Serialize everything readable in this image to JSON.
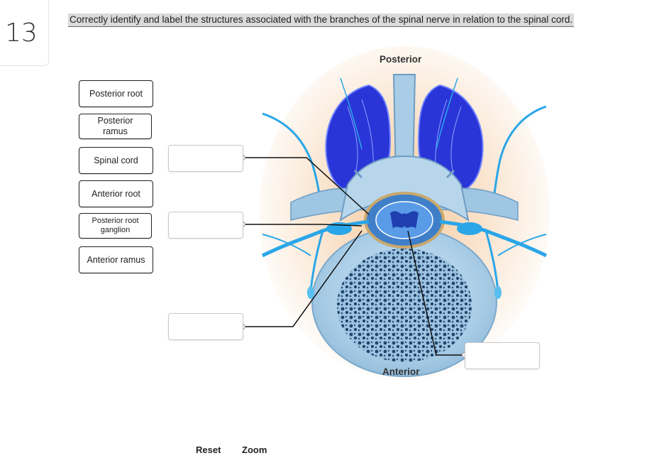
{
  "question_number": "13",
  "prompt": "Correctly identify and label the structures associated with the branches of the spinal nerve in relation to the spinal cord.",
  "labels": [
    "Posterior root",
    "Posterior ramus",
    "Spinal cord",
    "Anterior root",
    "Posterior root ganglion",
    "Anterior ramus"
  ],
  "figure": {
    "posterior_label": "Posterior",
    "anterior_label": "Anterior"
  },
  "drop_targets": [
    {
      "id": "target-1",
      "value": ""
    },
    {
      "id": "target-2",
      "value": ""
    },
    {
      "id": "target-3",
      "value": ""
    },
    {
      "id": "target-4",
      "value": ""
    }
  ],
  "controls": {
    "reset_label": "Reset",
    "zoom_label": "Zoom"
  },
  "colors": {
    "nerve": "#2aa6e8",
    "muscle": "#2a35d8",
    "bone": "#a9cde6",
    "background_glow": "#f5d9b8"
  }
}
